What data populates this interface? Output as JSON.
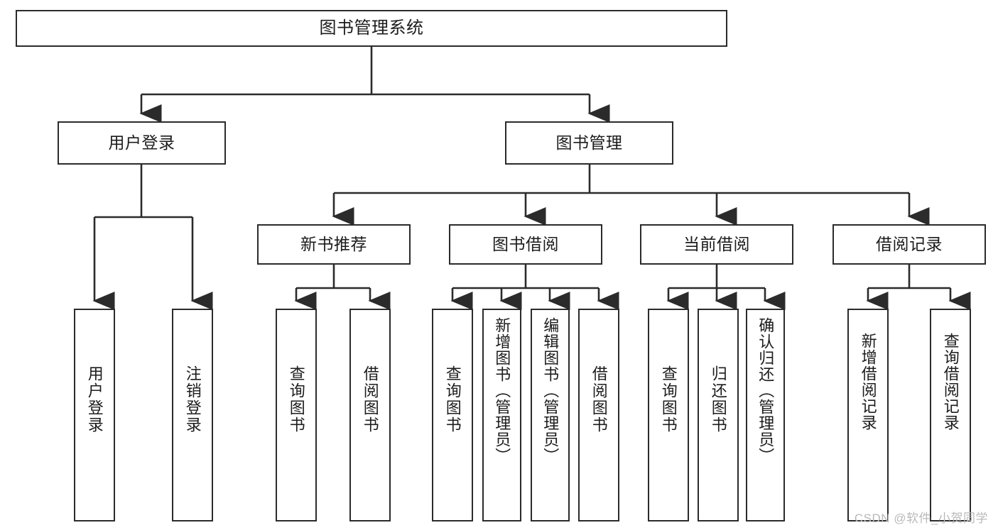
{
  "diagram": {
    "title": "图书管理系统",
    "type": "tree",
    "nodes": {
      "root": {
        "label": "图书管理系统",
        "level": 1
      },
      "user_login": {
        "label": "用户登录",
        "level": 2
      },
      "book_manage": {
        "label": "图书管理",
        "level": 2
      },
      "new_book_rec": {
        "label": "新书推荐",
        "level": 3
      },
      "book_borrow": {
        "label": "图书借阅",
        "level": 3
      },
      "current_borrow": {
        "label": "当前借阅",
        "level": 3
      },
      "borrow_record": {
        "label": "借阅记录",
        "level": 3
      },
      "leaf_user_login": {
        "label": "用户登录",
        "level": 4
      },
      "leaf_user_logout": {
        "label": "注销登录",
        "level": 4
      },
      "leaf_query_book_1": {
        "label": "查询图书",
        "level": 4
      },
      "leaf_borrow_book_1": {
        "label": "借阅图书",
        "level": 4
      },
      "leaf_query_book_2": {
        "label": "查询图书",
        "level": 4
      },
      "leaf_add_book": {
        "label": "新增图书（管理员）",
        "level": 4
      },
      "leaf_edit_book": {
        "label": "编辑图书（管理员）",
        "level": 4
      },
      "leaf_borrow_book_2": {
        "label": "借阅图书",
        "level": 4
      },
      "leaf_query_book_3": {
        "label": "查询图书",
        "level": 4
      },
      "leaf_return_book": {
        "label": "归还图书",
        "level": 4
      },
      "leaf_confirm_return": {
        "label": "确认归还（管理员）",
        "level": 4
      },
      "leaf_add_record": {
        "label": "新增借阅记录",
        "level": 4
      },
      "leaf_query_record": {
        "label": "查询借阅记录",
        "level": 4
      }
    },
    "edges": [
      {
        "from": "root",
        "to": "user_login"
      },
      {
        "from": "root",
        "to": "book_manage"
      },
      {
        "from": "book_manage",
        "to": "new_book_rec"
      },
      {
        "from": "book_manage",
        "to": "book_borrow"
      },
      {
        "from": "book_manage",
        "to": "current_borrow"
      },
      {
        "from": "book_manage",
        "to": "borrow_record"
      },
      {
        "from": "user_login",
        "to": "leaf_user_login"
      },
      {
        "from": "user_login",
        "to": "leaf_user_logout"
      },
      {
        "from": "new_book_rec",
        "to": "leaf_query_book_1"
      },
      {
        "from": "new_book_rec",
        "to": "leaf_borrow_book_1"
      },
      {
        "from": "book_borrow",
        "to": "leaf_query_book_2"
      },
      {
        "from": "book_borrow",
        "to": "leaf_add_book"
      },
      {
        "from": "book_borrow",
        "to": "leaf_edit_book"
      },
      {
        "from": "book_borrow",
        "to": "leaf_borrow_book_2"
      },
      {
        "from": "current_borrow",
        "to": "leaf_query_book_3"
      },
      {
        "from": "current_borrow",
        "to": "leaf_return_book"
      },
      {
        "from": "current_borrow",
        "to": "leaf_confirm_return"
      },
      {
        "from": "borrow_record",
        "to": "leaf_add_record"
      },
      {
        "from": "borrow_record",
        "to": "leaf_query_record"
      }
    ],
    "colors": {
      "stroke": "#2b2b2b",
      "fill": "#ffffff",
      "text": "#1c1c1c",
      "watermark": "#b9b9b9"
    }
  },
  "watermark": {
    "text": "CSDN @软件_小贺同学"
  }
}
